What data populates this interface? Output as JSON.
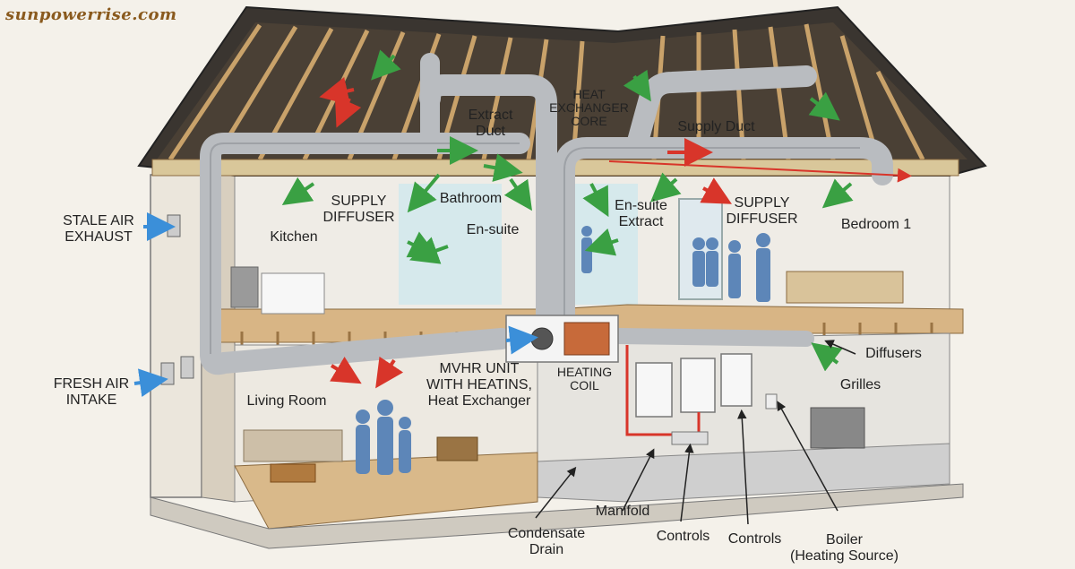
{
  "watermark": "sunpowerrise.com",
  "labels": {
    "extract_duct": "Extract\nDuct",
    "heat_exchanger_core": "HEAT\nEXCHANGER\nCORE",
    "supply_duct": "Supply Duct",
    "supply_diffuser_left": "SUPPLY\nDIFFUSER",
    "supply_diffuser_right": "SUPPLY\nDIFFUSER",
    "bathroom": "Bathroom",
    "en_suite": "En-suite",
    "en_suite_extract": "En-suite\nExtract",
    "kitchen": "Kitchen",
    "bedroom_1": "Bedroom 1",
    "stale_air_exhaust": "STALE AIR\nEXHAUST",
    "fresh_air_intake": "FRESH AIR\nINTAKE",
    "living_room": "Living Room",
    "mvhr_unit": "MVHR UNIT\nWITH HEATINS,\nHeat Exchanger",
    "heating_coil": "HEATING\nCOIL",
    "diffusers": "Diffusers",
    "grilles": "Grilles",
    "condensate_drain": "Condensate\nDrain",
    "manifold": "Manifold",
    "controls_1": "Controls",
    "controls_2": "Controls",
    "boiler": "Boiler\n(Heating Source)"
  },
  "colors": {
    "roof_dark": "#3a3530",
    "rafter": "#c9a26a",
    "duct": "#b9bcc0",
    "supply_arrow": "#3aa043",
    "exhaust_arrow": "#d8352a",
    "intake_arrow": "#3b8fd9",
    "wall": "#f1eee8",
    "floor": "#d9b98a",
    "glass": "#bfe3ea",
    "people": "#5d86b8"
  }
}
